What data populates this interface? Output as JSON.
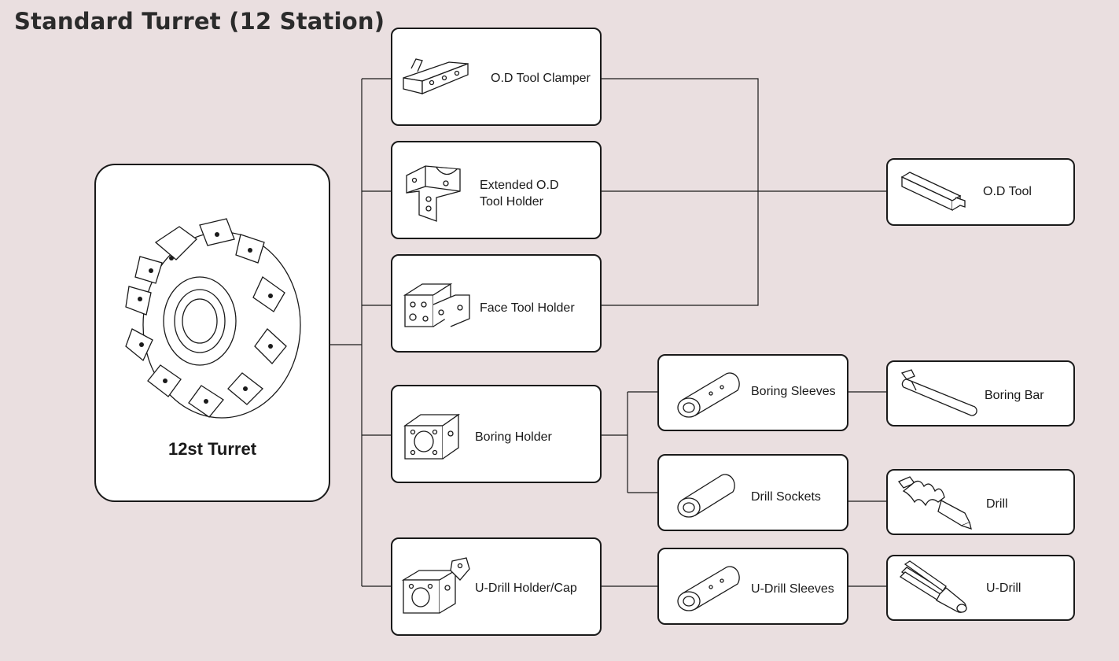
{
  "title": "Standard Turret (12 Station)",
  "turret": {
    "label": "12st Turret",
    "icon": "turret-icon"
  },
  "nodes": {
    "od_tool_clamper": {
      "label": "O.D Tool Clamper",
      "icon": "clamper-icon"
    },
    "extended_od_holder": {
      "line1": "Extended O.D",
      "line2": "Tool Holder",
      "icon": "extended-holder-icon"
    },
    "face_tool_holder": {
      "label": "Face Tool Holder",
      "icon": "face-holder-icon"
    },
    "boring_holder": {
      "label": "Boring Holder",
      "icon": "boring-holder-icon"
    },
    "u_drill_holder": {
      "label": "U-Drill Holder/Cap",
      "icon": "u-drill-holder-icon"
    },
    "od_tool": {
      "label": "O.D Tool",
      "icon": "od-tool-icon"
    },
    "boring_sleeves": {
      "label": "Boring Sleeves",
      "icon": "sleeve-icon"
    },
    "drill_sockets": {
      "label": "Drill Sockets",
      "icon": "socket-icon"
    },
    "u_drill_sleeves": {
      "label": "U-Drill Sleeves",
      "icon": "sleeve-icon"
    },
    "boring_bar": {
      "label": "Boring Bar",
      "icon": "boring-bar-icon"
    },
    "drill": {
      "label": "Drill",
      "icon": "drill-icon"
    },
    "u_drill": {
      "label": "U-Drill",
      "icon": "u-drill-icon"
    }
  }
}
